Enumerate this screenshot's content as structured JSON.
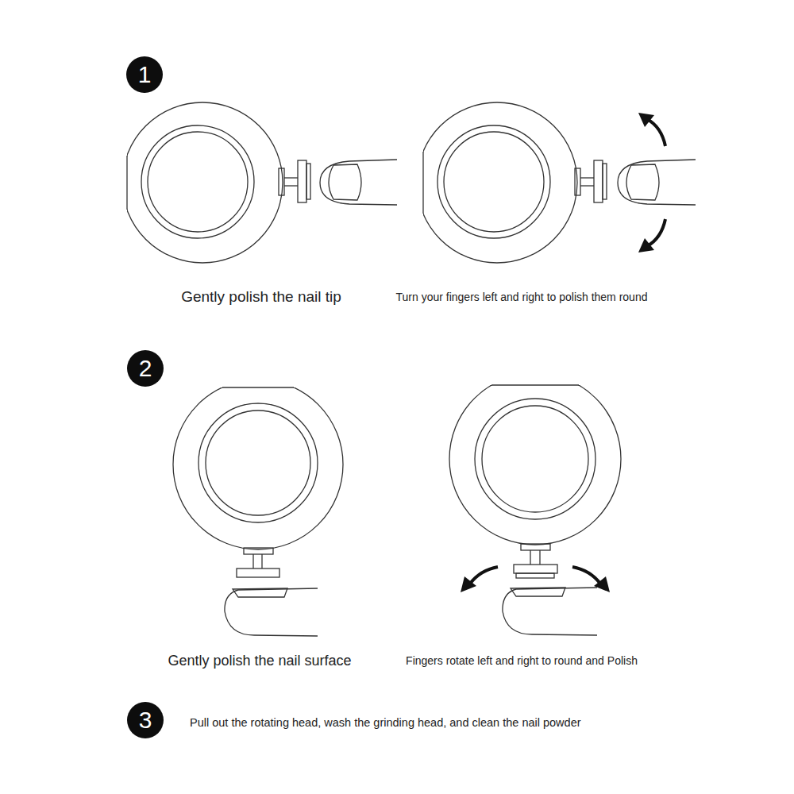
{
  "diagram": {
    "nodes": [
      {
        "text": [
          "1"
        ]
      },
      {
        "text": [
          "2"
        ]
      },
      {
        "text": [
          "3"
        ]
      }
    ],
    "labels": [
      "Gently polish the nail tip",
      "Turn your fingers left and right to polish them round",
      "Gently polish the nail surface",
      "Fingers rotate left and right to round and Polish",
      "Pull out the rotating head, wash the grinding head, and clean the nail powder"
    ]
  }
}
